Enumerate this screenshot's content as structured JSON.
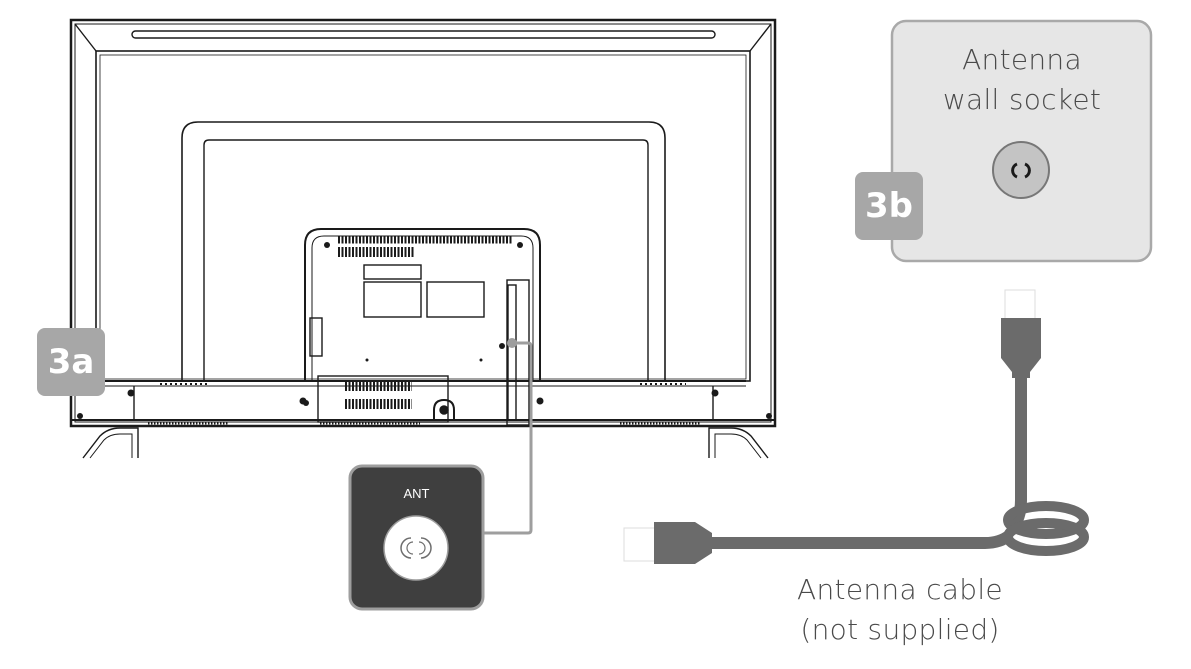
{
  "figure": {
    "type": "connection-diagram",
    "subject": "TV antenna connection"
  },
  "steps": {
    "tv_step": {
      "badge": "3a"
    },
    "socket_step": {
      "badge": "3b"
    }
  },
  "wall_socket": {
    "title_line1": "Antenna",
    "title_line2": "wall socket",
    "panel_color": "#e6e6e6",
    "port_icon": "coax-socket-icon"
  },
  "tv_port_callout": {
    "label": "ANT",
    "panel_color": "#3f3f3f",
    "port_icon": "coax-port-icon"
  },
  "cable": {
    "label_line1": "Antenna cable",
    "label_line2": "(not supplied)",
    "color": "#6b6b6b"
  },
  "colors": {
    "badge": "#a7a7a7",
    "text": "#4a4a4a",
    "line_art": "#1a1a1a",
    "callout_line": "#9e9e9e"
  }
}
